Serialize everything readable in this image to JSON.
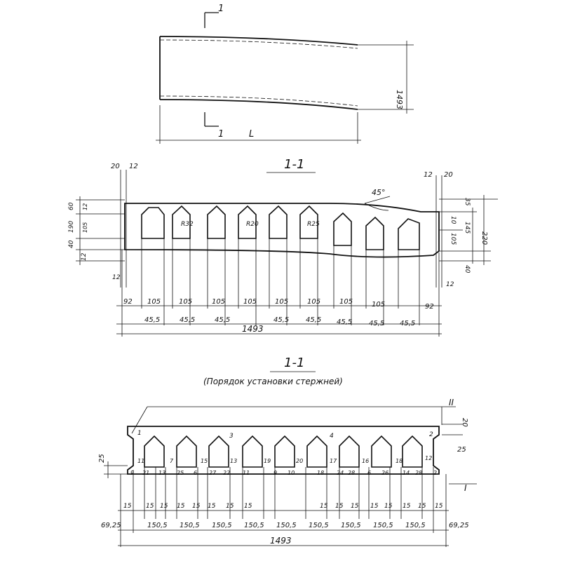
{
  "plan": {
    "section_mark": "1",
    "length_label": "L",
    "width_label": "1493"
  },
  "section1": {
    "title": "1-1",
    "top_left": [
      "20",
      "12"
    ],
    "left_dims": [
      "60",
      "190",
      "40",
      "12",
      "12"
    ],
    "left_inner": [
      "12",
      "105"
    ],
    "radius_labels": [
      "R32",
      "R20",
      "R25"
    ],
    "angle_label": "45°",
    "top_right": [
      "12",
      "20"
    ],
    "right_dims": [
      "35",
      "10",
      "105",
      "145",
      "220",
      "40",
      "12"
    ],
    "bottom_row": [
      "92",
      "105",
      "105",
      "105",
      "105",
      "105",
      "105",
      "105",
      "105",
      "92"
    ],
    "bottom_row2": [
      "45,5",
      "45,5",
      "45,5",
      "45,5",
      "45,5",
      "45,5",
      "45,5",
      "45,5"
    ],
    "total": "1493"
  },
  "section2": {
    "title": "1-1",
    "subtitle": "(Порядок установки стержней)",
    "right_mark": "II",
    "right_dims": [
      "20",
      "25"
    ],
    "left_dim": "25",
    "side_mark": "I",
    "rod_numbers_top": [
      "1",
      "3",
      "4",
      "2"
    ],
    "rod_numbers_mid": [
      "11",
      "7",
      "15",
      "13",
      "19",
      "20",
      "17",
      "16",
      "18",
      "12"
    ],
    "rod_numbers_low": [
      "9",
      "21",
      "13",
      "25",
      "6",
      "27",
      "22",
      "11",
      "9",
      "10",
      "18",
      "24",
      "28",
      "6",
      "26",
      "14",
      "28",
      "2"
    ],
    "fifteens": [
      "15",
      "15",
      "15",
      "15",
      "15",
      "15",
      "15",
      "15",
      "15",
      "15",
      "15",
      "15",
      "15",
      "15",
      "15",
      "15"
    ],
    "bottom_row": [
      "69,25",
      "150,5",
      "150,5",
      "150,5",
      "150,5",
      "150,5",
      "150,5",
      "150,5",
      "150,5",
      "150,5",
      "69,25"
    ],
    "total": "1493"
  }
}
